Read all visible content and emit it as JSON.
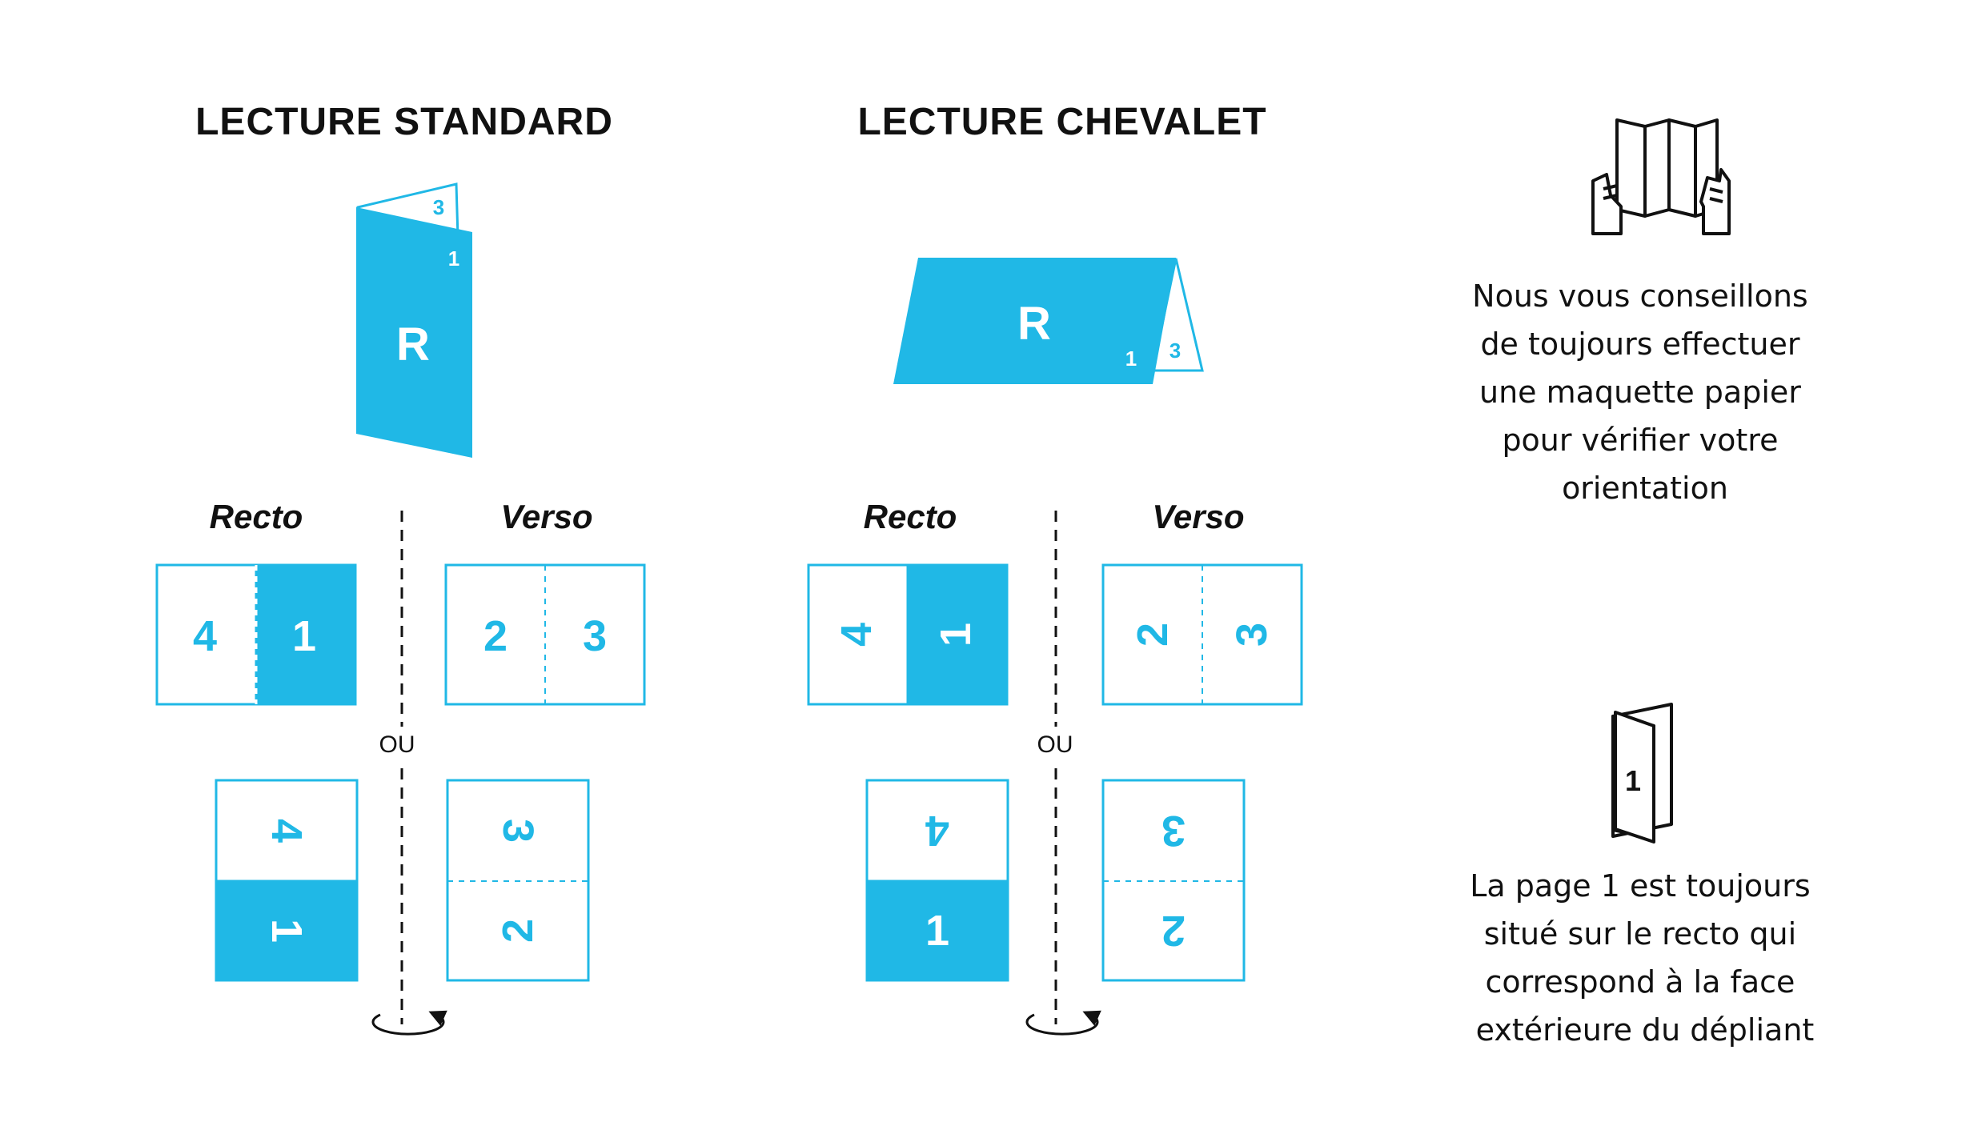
{
  "colors": {
    "accent": "#20b8e6",
    "ink": "#111111",
    "paper": "#ffffff"
  },
  "standard": {
    "title": "LECTURE STANDARD",
    "folded": {
      "cover_letter": "R",
      "front_page": "1",
      "back_page": "3"
    },
    "recto_label": "Recto",
    "verso_label": "Verso",
    "separator": "OU",
    "horizontal": {
      "recto": [
        "4",
        "1"
      ],
      "verso": [
        "2",
        "3"
      ]
    },
    "vertical": {
      "recto": [
        "4",
        "1"
      ],
      "verso": [
        "3",
        "2"
      ]
    },
    "rotation_icon": "rotate-around-axis-icon"
  },
  "chevalet": {
    "title": "LECTURE CHEVALET",
    "folded": {
      "cover_letter": "R",
      "front_page": "1",
      "back_page": "3"
    },
    "recto_label": "Recto",
    "verso_label": "Verso",
    "separator": "OU",
    "horizontal": {
      "recto": [
        "4",
        "1"
      ],
      "verso": [
        "2",
        "3"
      ]
    },
    "vertical": {
      "recto": [
        "4",
        "1"
      ],
      "verso": [
        "3",
        "2"
      ]
    },
    "rotation_icon": "rotate-around-axis-icon"
  },
  "tips": [
    {
      "icon": "hands-holding-leaflet-icon",
      "lines": [
        "Nous vous conseillons",
        "de toujours effectuer",
        "une maquette papier",
        "pour vérifier votre",
        "orientation"
      ]
    },
    {
      "icon": "folded-leaflet-page-1-icon",
      "icon_label": "1",
      "lines": [
        "La page 1 est toujours",
        "situé sur le recto qui",
        "correspond à la face",
        "extérieure du dépliant"
      ]
    }
  ]
}
